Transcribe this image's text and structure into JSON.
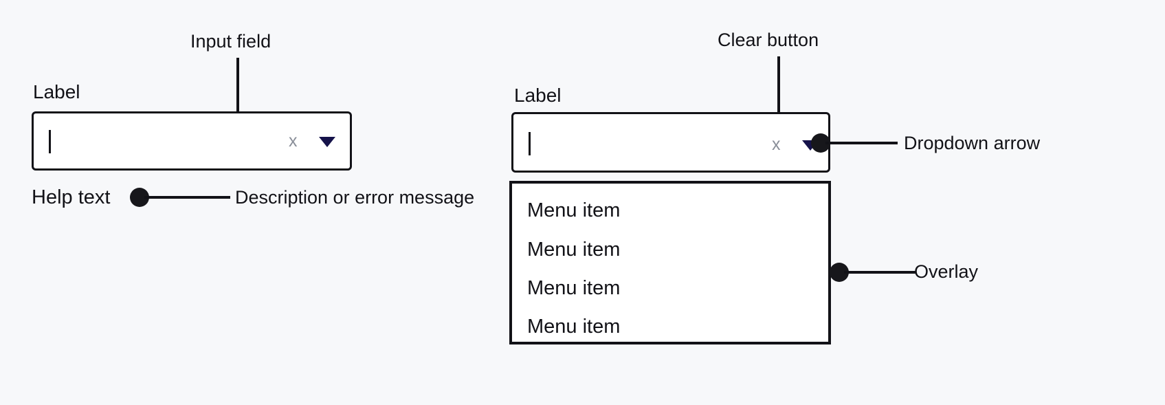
{
  "page": {
    "background_color": "#f7f8fa",
    "ink_color": "#121217"
  },
  "annotations": {
    "input_field": "Input field",
    "clear_button": "Clear button",
    "dropdown_arrow": "Dropdown arrow",
    "overlay": "Overlay",
    "description_or_error": "Description or error message"
  },
  "left_field": {
    "label": "Label",
    "value": "",
    "caret_visible": true,
    "clear_icon": "x",
    "dropdown_icon": "chevron-down",
    "help_text": "Help text"
  },
  "right_field": {
    "label": "Label",
    "value": "",
    "caret_visible": true,
    "clear_icon": "x",
    "dropdown_icon": "chevron-down",
    "menu": {
      "items": [
        {
          "label": "Menu item"
        },
        {
          "label": "Menu item"
        },
        {
          "label": "Menu item"
        },
        {
          "label": "Menu item"
        }
      ]
    }
  },
  "colors": {
    "border": "#121217",
    "field_fill": "#ffffff",
    "clear_icon": "#8a8f99",
    "dropdown_arrow": "#15124a",
    "callout_dot": "#17171b"
  }
}
